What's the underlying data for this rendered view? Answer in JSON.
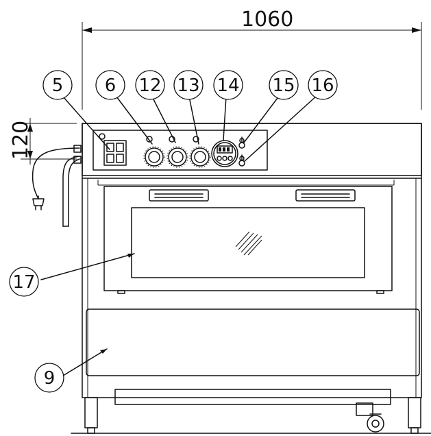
{
  "dimensions": {
    "width_label": "1060",
    "height_label": "120"
  },
  "callouts": [
    {
      "id": "5",
      "label": "5"
    },
    {
      "id": "6",
      "label": "6"
    },
    {
      "id": "12",
      "label": "12"
    },
    {
      "id": "13",
      "label": "13"
    },
    {
      "id": "14",
      "label": "14"
    },
    {
      "id": "15",
      "label": "15"
    },
    {
      "id": "16",
      "label": "16"
    },
    {
      "id": "17",
      "label": "17"
    },
    {
      "id": "9",
      "label": "9"
    }
  ]
}
